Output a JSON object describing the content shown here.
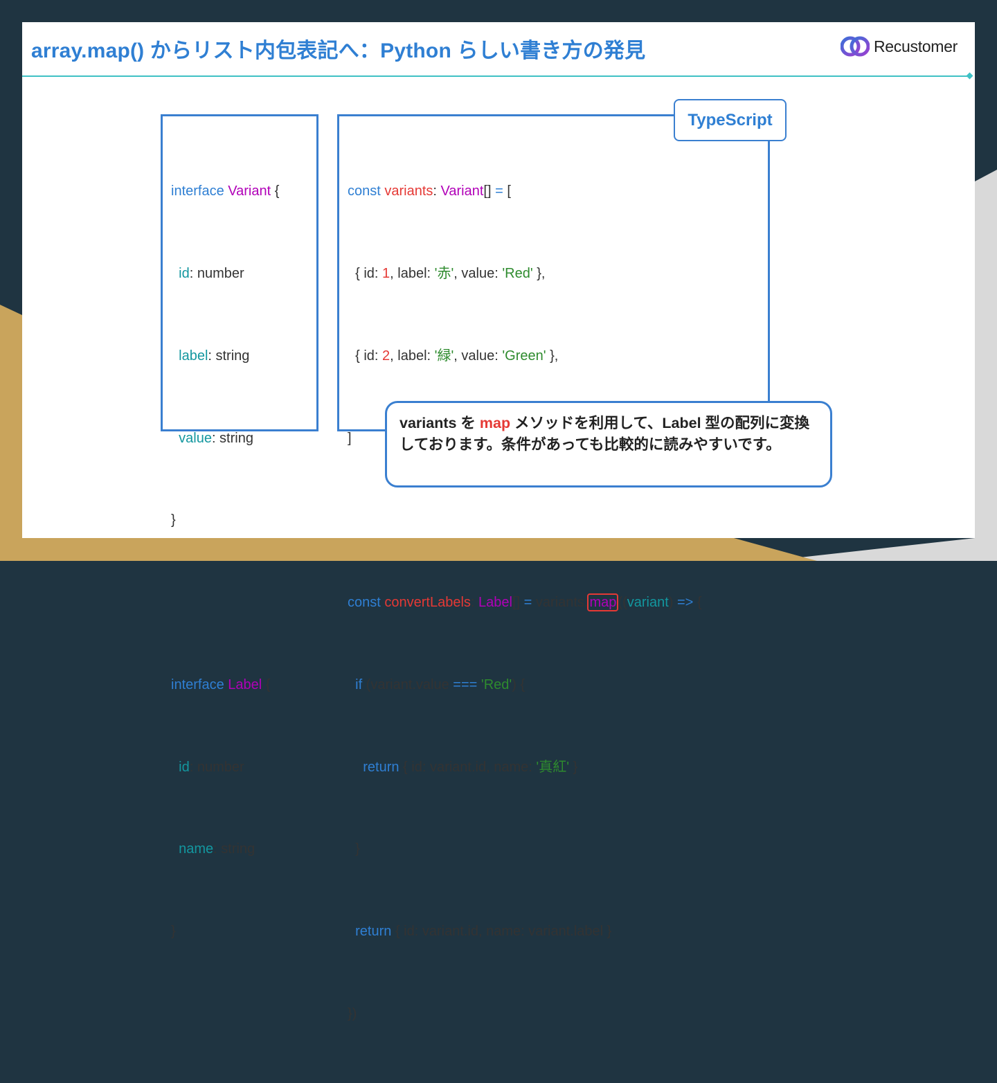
{
  "title": "array.map() からリスト内包表記へ：Python らしい書き方の発見",
  "logo": {
    "text": "Recustomer",
    "icon": "infinity-loop-logo-icon"
  },
  "badge": "TypeScript",
  "callout": {
    "part1": "variants を ",
    "highlight": "map",
    "part2": " メソッドを利用して、Label 型の配列に変換しております。条件があっても比較的に読みやすいです。"
  },
  "interfaces": {
    "variant": {
      "keyword": "interface",
      "name": "Variant",
      "open": " {",
      "close": "}",
      "fields": [
        {
          "name": "id",
          "type": ": number"
        },
        {
          "name": "label",
          "type": ": string"
        },
        {
          "name": "value",
          "type": ": string"
        }
      ]
    },
    "label": {
      "keyword": "interface",
      "name": "Label",
      "open": " {",
      "close": "}",
      "fields": [
        {
          "name": "id",
          "type": ": number"
        },
        {
          "name": "name",
          "type": ": string"
        }
      ]
    }
  },
  "code": {
    "const_kw": "const",
    "variants_var": "variants",
    "variant_type": "Variant",
    "brackets": "[]",
    "eq": " = ",
    "open_bracket": "[",
    "row1": {
      "pre": "  { id: ",
      "num": "1",
      "mid": ", label: ",
      "label": "'赤'",
      "mid2": ", value: ",
      "value": "'Red'",
      "post": " },"
    },
    "row2": {
      "pre": "  { id: ",
      "num": "2",
      "mid": ", label: ",
      "label": "'緑'",
      "mid2": ", value: ",
      "value": "'Green'",
      "post": " },"
    },
    "close_bracket": "]",
    "convert_var": "convertLabels",
    "label_type": "Label",
    "variants_obj": "variants.",
    "map_fn": "map",
    "open_paren": "(",
    "param": "variant",
    "arrow": "=>",
    "brace": " {",
    "if_kw": "if",
    "if_cond_a": " (variant.value ",
    "strict_eq": "===",
    "red_str": "'Red'",
    "if_cond_b": ") {",
    "return_kw": "return",
    "return1_a": " { id: variant.id, name: ",
    "crimson": "'真紅'",
    "return1_b": " }",
    "close_if": "  }",
    "return2": " { id: variant.id, name: variant.label }",
    "end": "})"
  }
}
